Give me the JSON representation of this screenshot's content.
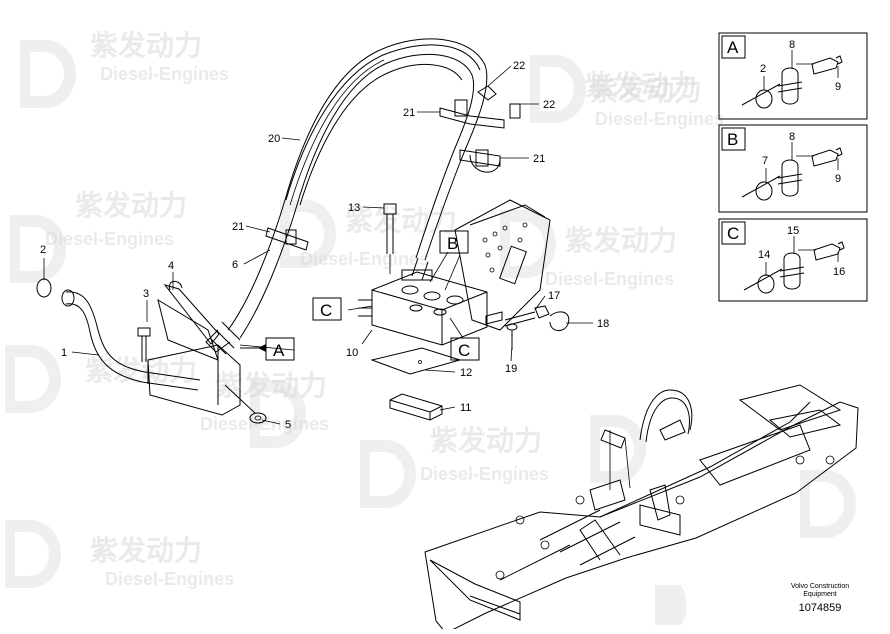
{
  "watermark": {
    "brand_cn": "紫发动力",
    "brand_en": "Diesel-Engines"
  },
  "callouts": {
    "n1": "1",
    "n2": "2",
    "n3": "3",
    "n4": "4",
    "n5": "5",
    "n6": "6",
    "n10": "10",
    "n11": "11",
    "n12": "12",
    "n13": "13",
    "n17": "17",
    "n18": "18",
    "n19": "19",
    "n20": "20",
    "n21a": "21",
    "n21b": "21",
    "n21c": "21",
    "n22a": "22",
    "n22b": "22"
  },
  "detail_refs": {
    "a_main": "A",
    "b_main": "B",
    "c_left": "C",
    "c_right": "C"
  },
  "insets": {
    "a": {
      "letter": "A",
      "n_top": "8",
      "n_left": "2",
      "n_right": "9"
    },
    "b": {
      "letter": "B",
      "n_top": "8",
      "n_left": "7",
      "n_right": "9"
    },
    "c": {
      "letter": "C",
      "n_top": "15",
      "n_left": "14",
      "n_right": "16"
    }
  },
  "credit": {
    "line1": "Volvo Construction",
    "line2": "Equipment",
    "number": "1074859"
  }
}
